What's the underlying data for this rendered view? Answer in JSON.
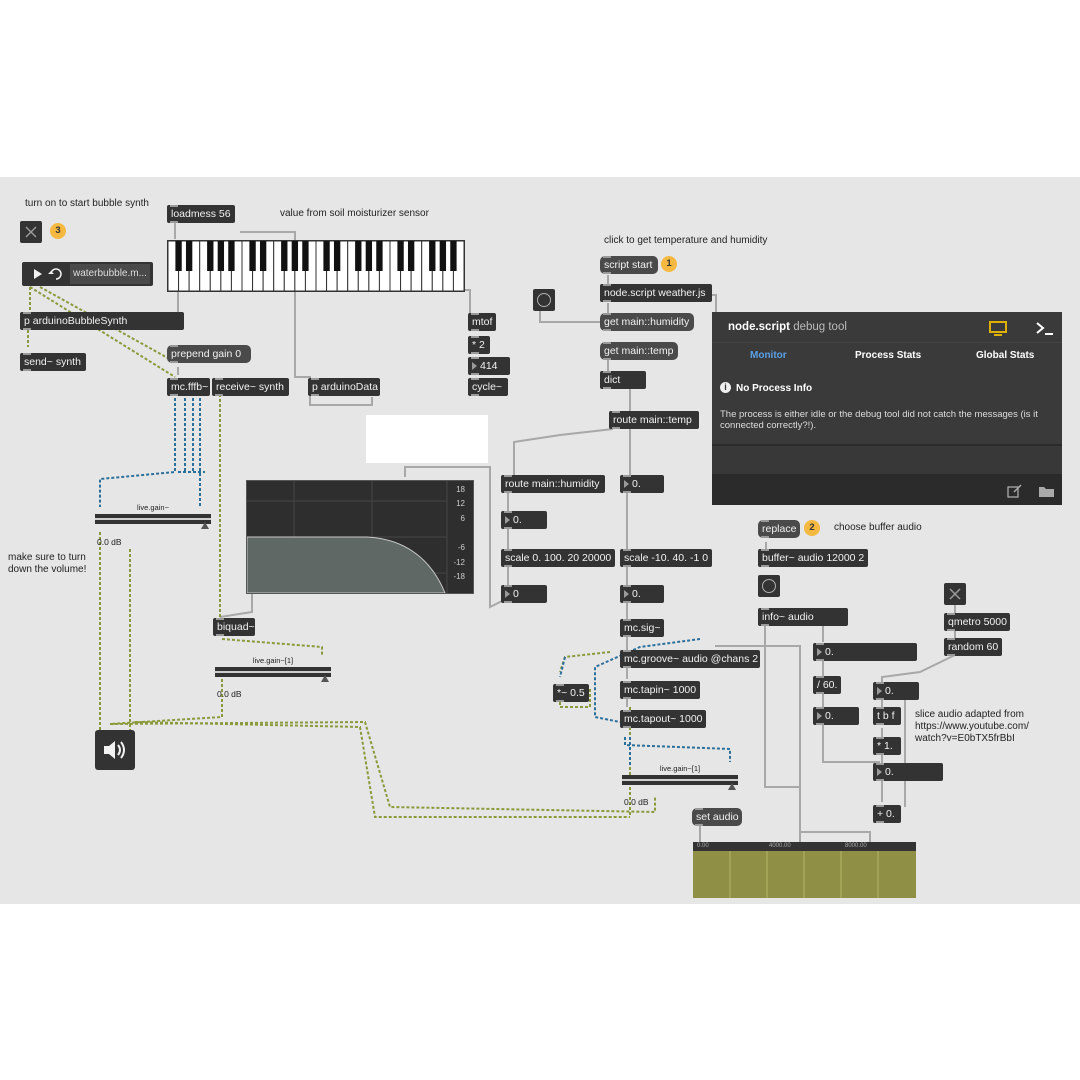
{
  "comments": {
    "start_bubble": "turn on to start bubble synth",
    "soil": "value from soil moisturizer sensor",
    "temp_humidity": "click to get temperature and humidity",
    "choose_buffer": "choose buffer audio",
    "turn_down": "make sure to turn\ndown the volume!",
    "slice_credit": "slice audio adapted from\nhttps://www.youtube.com/\nwatch?v=E0bTX5frBbI"
  },
  "badges": {
    "one": "1",
    "two": "2",
    "three": "3"
  },
  "player": {
    "file": "waterbubble.m..."
  },
  "objects": {
    "loadmess": "loadmess 56",
    "arduino_bubble": "p arduinoBubbleSynth",
    "send_synth": "send~ synth",
    "prepend_gain": "prepend gain 0",
    "mc_fffb": "mc.fffb~",
    "receive_synth": "receive~ synth",
    "p_arduino_data": "p arduinoData",
    "mtof": "mtof",
    "times2": "* 2",
    "num414": "414",
    "cycle": "cycle~",
    "script_start": "script start",
    "node_script": "node.script weather.js",
    "get_humidity": "get main::humidity",
    "get_temp": "get main::temp",
    "dict": "dict",
    "route_temp": "route main::temp",
    "route_humidity": "route main::humidity",
    "num_hum": "0.",
    "scale_hum": "scale 0. 100. 20 20000",
    "num_hum_out": "0",
    "num_temp": "0.",
    "scale_temp": "scale -10. 40. -1 0",
    "num_temp_out": "0.",
    "mc_sig": "mc.sig~",
    "mc_groove": "mc.groove~ audio @chans 2",
    "mc_tapin": "mc.tapin~ 1000",
    "mc_tapout": "mc.tapout~ 1000",
    "times05": "*~ 0.5",
    "biquad": "biquad~",
    "replace": "replace",
    "buffer": "buffer~ audio 12000 2",
    "info": "info~ audio",
    "num_info": "0.",
    "div60": "/ 60.",
    "num_div": "0.",
    "qmetro": "qmetro 5000",
    "random": "random 60",
    "num_random": "0.",
    "tbf": "t b f",
    "times1": "* 1.",
    "num_mult": "0.",
    "plus0": "+ 0.",
    "set_audio": "set audio"
  },
  "gains": {
    "g1": {
      "label": "live.gain~",
      "db": "0.0 dB"
    },
    "g2": {
      "label": "live.gain~[1]",
      "db": "0.0 dB"
    },
    "g3": {
      "label": "live.gain~[1]",
      "db": "0.0 dB"
    }
  },
  "filter_scale": [
    "18",
    "12",
    "6",
    "-6",
    "-12",
    "-18"
  ],
  "waveform_ticks": [
    "0.00",
    "4000.00",
    "8000.00"
  ],
  "debug_tool": {
    "title": "node.script",
    "subtitle": "debug tool",
    "tabs": [
      "Monitor",
      "Process Stats",
      "Global Stats"
    ],
    "info_title": "No Process Info",
    "info_text": "The process is either idle or the debug tool did not catch the messages (is it connected correctly?!)."
  },
  "colors": {
    "canvas": "#e6e6e6",
    "object": "#333333",
    "signal_wire": "#8a9a3a",
    "mc_wire": "#2b6f9b",
    "badge": "#f5b942",
    "accent_blue": "#5aa0e6",
    "monitor_icon": "#e0b000"
  }
}
